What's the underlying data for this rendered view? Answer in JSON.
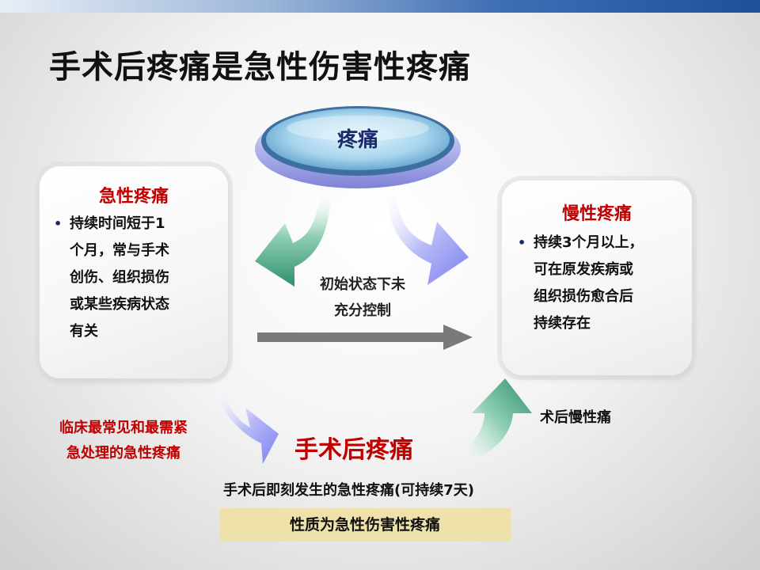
{
  "slide_title": "手术后疼痛是急性伤害性疼痛",
  "center_node": {
    "label": "疼痛"
  },
  "acute": {
    "title": "急性疼痛",
    "bullet_lines": [
      "持续时间短于1",
      "个月，常与手术",
      "创伤、组织损伤",
      "或某些疾病状态",
      "有关"
    ]
  },
  "chronic": {
    "title": "慢性疼痛",
    "bullet_lines": [
      "持续3个月以上，",
      "可在原发疾病或",
      "组织损伤愈合后",
      "持续存在"
    ]
  },
  "transition": {
    "lines": [
      "初始状态下未",
      "充分控制"
    ]
  },
  "clinical_note": {
    "lines": [
      "临床最常见和最需紧",
      "急处理的急性疼痛"
    ]
  },
  "postop_pain": "手术后疼痛",
  "postop_chronic": "术后慢性痛",
  "definition": "手术后即刻发生的急性疼痛(可持续7天)",
  "nature": "性质为急性伤害性疼痛",
  "colors": {
    "title_red": "#c00000",
    "navy": "#1a2a6c",
    "nature_box": "#eee1a9",
    "arrow_green": "#3f9e7c",
    "arrow_lavender": "#8a8ef0",
    "arrow_gray": "#777777"
  }
}
